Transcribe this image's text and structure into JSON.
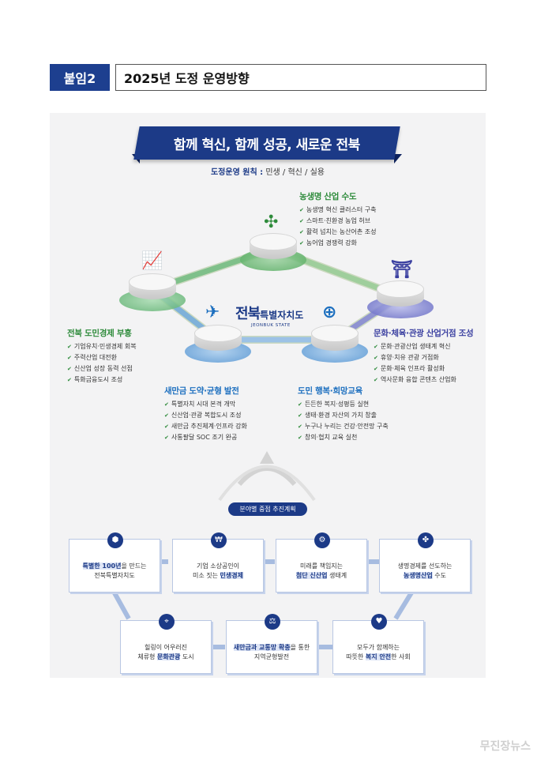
{
  "header": {
    "tag": "붙임2",
    "title": "2025년  도정  운영방향"
  },
  "banner": {
    "slogan": "함께 혁신, 함께 성공, 새로운 전북"
  },
  "principle": {
    "label": "도정운영 원칙 :",
    "values": "민생 / 혁신 / 실용"
  },
  "logo": {
    "main": "전북",
    "rest": "특별자치도",
    "eng": "JEONBUK STATE"
  },
  "sectors": [
    {
      "title": "농생명 산업 수도",
      "color": "#2e8b3b",
      "items": [
        "농생명 혁신 클러스터 구축",
        "스마트·친환경 농업 허브",
        "활력 넘치는 농산어촌 조성",
        "농어업 경쟁력 강화"
      ]
    },
    {
      "title": "전북 도민경제 부흥",
      "color": "#2e8b3b",
      "items": [
        "기업유치·민생경제 회복",
        "주력산업 대전환",
        "신산업 성장 동력 선점",
        "특화금융도시 조성"
      ]
    },
    {
      "title": "문화·체육·관광 산업거점 조성",
      "color": "#3a3fa0",
      "items": [
        "문화·관광산업 생태계 혁신",
        "휴양·치유 관광 거점화",
        "문화·체육 인프라 활성화",
        "역사문화 융합 콘텐츠 산업화"
      ]
    },
    {
      "title": "새만금 도약·균형 발전",
      "color": "#1c6fbf",
      "items": [
        "특별자치 시대 본격 개막",
        "신산업·관광 복합도시 조성",
        "새만금 추진체계·인프라 강화",
        "사통팔달 SOC 조기 완공"
      ]
    },
    {
      "title": "도민 행복·희망교육",
      "color": "#1c6fbf",
      "items": [
        "든든한 복지·성평등 실현",
        "생태·환경 자산의 가치 창출",
        "누구나 누리는 건강·안전망 구축",
        "창의·협치 교육 실천"
      ]
    }
  ],
  "plan_label": "분야별 중점 추진계획",
  "cards": [
    {
      "icon": "map-icon",
      "pre": "",
      "hl": "특별한 100년",
      "post": "을 만드는",
      "line2": "전북특별자치도"
    },
    {
      "icon": "won-icon",
      "pre": "기업 소상공인이",
      "hl": "",
      "post": "",
      "line2pre": "미소 짓는 ",
      "line2hl": "민생경제"
    },
    {
      "icon": "chip-icon",
      "pre": "미래를 책임지는",
      "hl": "",
      "post": "",
      "line2pre": "",
      "line2hl": "첨단 신산업",
      "line2post": " 생태계"
    },
    {
      "icon": "drone-icon",
      "pre": "생명경제를 선도하는",
      "hl": "",
      "post": "",
      "line2pre": "",
      "line2hl": "농생명산업",
      "line2post": " 수도"
    },
    {
      "icon": "pin-icon",
      "pre": "힐링이 어우러진",
      "hl": "",
      "post": "",
      "line2pre": "체류형 ",
      "line2hl": "문화관광",
      "line2post": " 도시"
    },
    {
      "icon": "scale-icon",
      "pre": "",
      "hl": "새만금과 교통망 확충",
      "post": "을 통한",
      "line2": "지역균형발전"
    },
    {
      "icon": "heart-hands-icon",
      "pre": "모두가 함께하는",
      "hl": "",
      "post": "",
      "line2pre": "따뜻한 ",
      "line2hl": "복지 안전",
      "line2post": "한 사회"
    }
  ],
  "watermark": "무진장뉴스"
}
